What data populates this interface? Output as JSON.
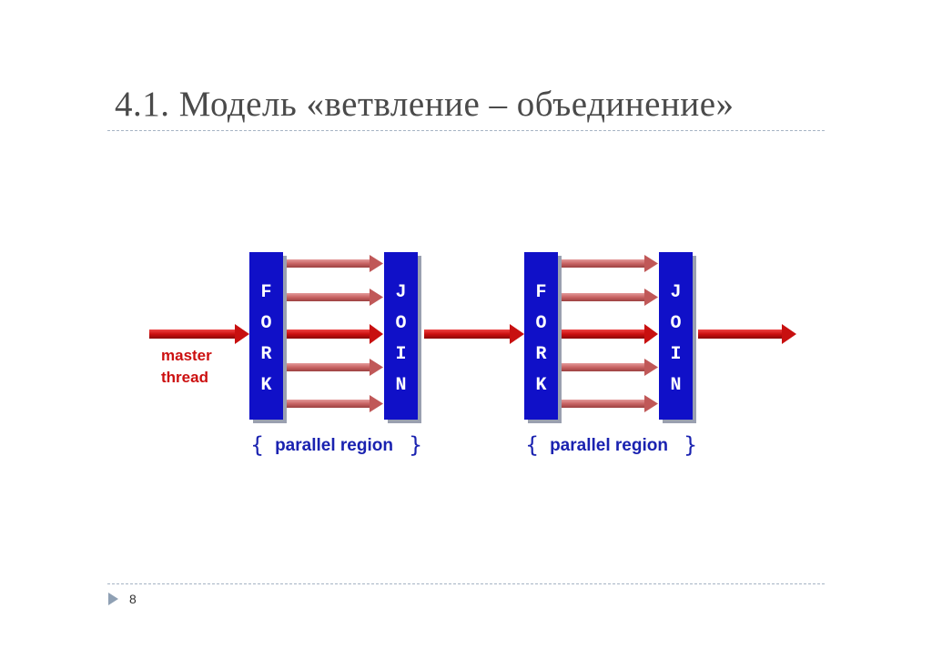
{
  "slide": {
    "title": "4.1. Модель «ветвление – объединение»",
    "page_number": "8"
  },
  "diagram": {
    "master_label_line1": "master",
    "master_label_line2": "thread",
    "regions": [
      {
        "fork_letters": [
          "F",
          "O",
          "R",
          "K"
        ],
        "join_letters": [
          "J",
          "O",
          "I",
          "N"
        ],
        "label": "parallel region",
        "thread_count": 5
      },
      {
        "fork_letters": [
          "F",
          "O",
          "R",
          "K"
        ],
        "join_letters": [
          "J",
          "O",
          "I",
          "N"
        ],
        "label": "parallel region",
        "thread_count": 5
      }
    ],
    "colors": {
      "block": "#1010c8",
      "block_shadow": "#9aa0b0",
      "master_arrow": "#d01818",
      "thread_arrow": "#c86464",
      "label_blue": "#1a22b0"
    },
    "icons": {
      "footer": "triangle-bullet-icon"
    }
  }
}
